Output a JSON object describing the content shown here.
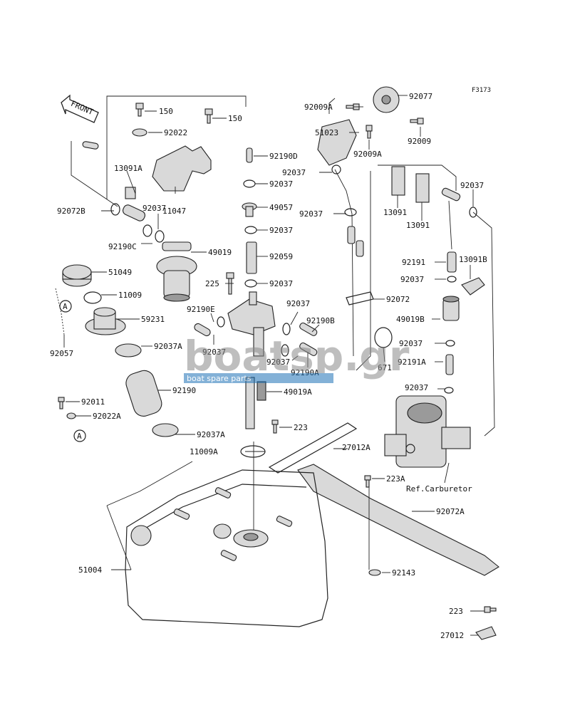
{
  "figure_id": "F3173",
  "front_label": "FRONT",
  "watermark": {
    "brand": "boatsp.gr",
    "tagline": "boat spare parts"
  },
  "callouts": {
    "c92009A": "92009A",
    "c92077": "92077",
    "c51023": "51023",
    "c92009": "92009",
    "c92009A_b": "92009A",
    "c150a": "150",
    "c150b": "150",
    "c92022": "92022",
    "c92190D": "92190D",
    "c13091A": "13091A",
    "c92037_top": "92037",
    "c92037_a": "92037",
    "c92037_right": "92037",
    "c11047": "11047",
    "c92072B": "92072B",
    "c92037_b": "92037",
    "c49057": "49057",
    "c13091_a": "13091",
    "c92037_c": "92037",
    "c13091_b": "13091",
    "c92190C": "92190C",
    "c49019": "49019",
    "c92037_d": "92037",
    "c92059": "92059",
    "c92191": "92191",
    "c13091B": "13091B",
    "c51049": "51049",
    "c225": "225",
    "c92037_e": "92037",
    "c92037_f": "92037",
    "c11009": "11009",
    "c92072": "92072",
    "c59231": "59231",
    "c92190E": "92190E",
    "c92037_g": "92037",
    "c49019B": "49019B",
    "c92190B": "92190B",
    "c92037_h": "92037",
    "c92057": "92057",
    "c92037A": "92037A",
    "c92037_i": "92037",
    "c92037_j": "92037",
    "c671": "671",
    "c92191A": "92191A",
    "c92190A": "92190A",
    "c92011": "92011",
    "c92190": "92190",
    "c49019A": "49019A",
    "c92037_k": "92037",
    "c92022A": "92022A",
    "c223": "223",
    "c92037A_b": "92037A",
    "c27012A": "27012A",
    "c11009A": "11009A",
    "c223A": "223A",
    "c_ref_carb": "Ref.Carburetor",
    "c92072A": "92072A",
    "c51004": "51004",
    "c92143": "92143",
    "c223_b": "223",
    "c27012": "27012",
    "marker_a1": "A",
    "marker_a2": "A"
  },
  "colors": {
    "line": "#222222",
    "part_fill": "#d9d9d9",
    "watermark_gray": "#8a8a8a",
    "watermark_blue": "#1f73b7"
  }
}
